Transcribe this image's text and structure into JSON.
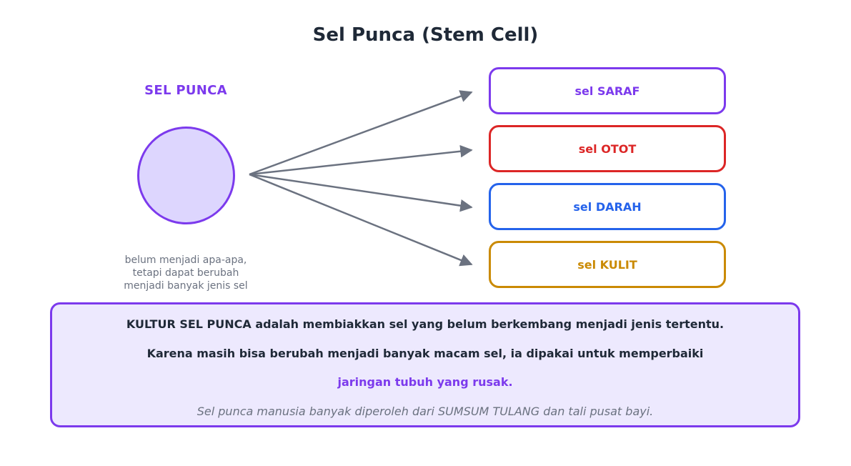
{
  "title": "Sel Punca (Stem Cell)",
  "source": {
    "label": "SEL PUNCA",
    "description": [
      "belum menjadi apa-apa,",
      "tetapi dapat berubah",
      "menjadi banyak jenis sel"
    ]
  },
  "targets": [
    {
      "label": "sel SARAF",
      "color": "#7c3aed"
    },
    {
      "label": "sel OTOT",
      "color": "#dc2626"
    },
    {
      "label": "sel DARAH",
      "color": "#2563eb"
    },
    {
      "label": "sel KULIT",
      "color": "#ca8a04"
    }
  ],
  "info": {
    "line1": "KULTUR SEL PUNCA adalah membiakkan sel yang belum berkembang menjadi jenis tertentu.",
    "line2": "Karena masih bisa berubah menjadi banyak macam sel, ia dipakai untuk memperbaiki",
    "line3": "jaringan tubuh yang rusak.",
    "line4": "Sel punca manusia banyak diperoleh dari SUMSUM TULANG dan tali pusat bayi."
  },
  "colors": {
    "accent": "#7c3aed",
    "arrow": "#6b7280",
    "circle_fill": "#ddd6fe",
    "info_bg": "#ede9fe"
  }
}
